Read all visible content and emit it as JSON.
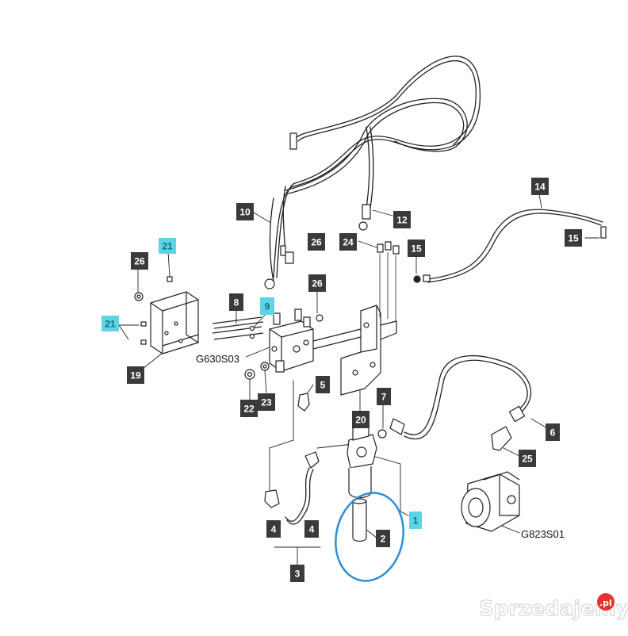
{
  "callouts": [
    {
      "id": "c1",
      "text": "1",
      "style": "cyan"
    },
    {
      "id": "c2",
      "text": "2",
      "style": "dark"
    },
    {
      "id": "c3",
      "text": "3",
      "style": "dark"
    },
    {
      "id": "c4a",
      "text": "4",
      "style": "dark"
    },
    {
      "id": "c4b",
      "text": "4",
      "style": "dark"
    },
    {
      "id": "c5",
      "text": "5",
      "style": "dark"
    },
    {
      "id": "c6",
      "text": "6",
      "style": "dark"
    },
    {
      "id": "c7",
      "text": "7",
      "style": "dark"
    },
    {
      "id": "c8",
      "text": "8",
      "style": "dark"
    },
    {
      "id": "c9",
      "text": "9",
      "style": "cyan"
    },
    {
      "id": "c10",
      "text": "10",
      "style": "dark"
    },
    {
      "id": "c12",
      "text": "12",
      "style": "dark"
    },
    {
      "id": "c14",
      "text": "14",
      "style": "dark"
    },
    {
      "id": "c15a",
      "text": "15",
      "style": "dark"
    },
    {
      "id": "c15b",
      "text": "15",
      "style": "dark"
    },
    {
      "id": "c19",
      "text": "19",
      "style": "dark"
    },
    {
      "id": "c20",
      "text": "20",
      "style": "dark"
    },
    {
      "id": "c21a",
      "text": "21",
      "style": "cyan"
    },
    {
      "id": "c21b",
      "text": "21",
      "style": "cyan"
    },
    {
      "id": "c22",
      "text": "22",
      "style": "dark"
    },
    {
      "id": "c23",
      "text": "23",
      "style": "dark"
    },
    {
      "id": "c24",
      "text": "24",
      "style": "dark"
    },
    {
      "id": "c25",
      "text": "25",
      "style": "dark"
    },
    {
      "id": "c26a",
      "text": "26",
      "style": "dark"
    },
    {
      "id": "c26b",
      "text": "26",
      "style": "dark"
    },
    {
      "id": "c26c",
      "text": "26",
      "style": "dark"
    }
  ],
  "subassembly_codes": {
    "valve": "G630S03",
    "pump": "G823S01"
  },
  "watermark": {
    "text": "Sprzedajemy",
    "badge": ".pl"
  },
  "colors": {
    "dark_callout": "#3a3a3a",
    "cyan_callout": "#5ed3e6",
    "highlight_ring": "#2b8fd6",
    "line": "#222222",
    "watermark_text": "#d9d9d9",
    "watermark_badge": "#e8322f"
  }
}
